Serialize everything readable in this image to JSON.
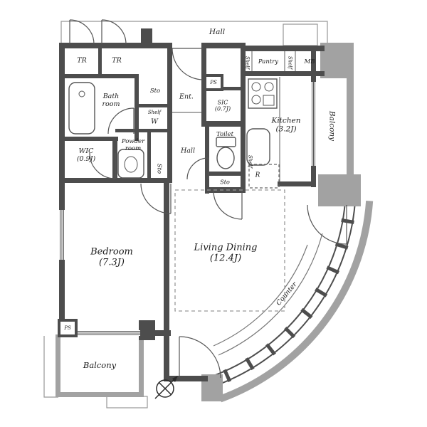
{
  "palette": {
    "wall_dark": "#4d4d4d",
    "wall_light": "#a2a2a2",
    "line": "#555555",
    "text": "#1c1c1c",
    "background": "#ffffff"
  },
  "rooms": {
    "hall_top": {
      "label": "Hall"
    },
    "tr_left": {
      "label": "TR"
    },
    "tr_right": {
      "label": "TR"
    },
    "bath": {
      "label": "Bath\nroom"
    },
    "sto_top": {
      "label": "Sto"
    },
    "shelf_laundry": {
      "label": "Shelf"
    },
    "washer": {
      "label": "W"
    },
    "entrance": {
      "label": "Ent."
    },
    "ps_top": {
      "label": "PS"
    },
    "sic": {
      "label": "SIC\n(0.7J)"
    },
    "shelf_pantry_left": {
      "label": "Shelf"
    },
    "pantry": {
      "label": "Pantry"
    },
    "shelf_pantry_right": {
      "label": "Shelf"
    },
    "mb": {
      "label": "MB"
    },
    "toilet": {
      "label": "Toilet"
    },
    "shelf_kitchen": {
      "label": "Shelf"
    },
    "kitchen": {
      "label": "Kitchen\n(3.2J)"
    },
    "fridge": {
      "label": "R"
    },
    "hall_inner": {
      "label": "Hall"
    },
    "sto_mid": {
      "label": "Sto"
    },
    "sto_bottom": {
      "label": "Sto"
    },
    "wic": {
      "label": "WIC\n(0.9J)"
    },
    "powder": {
      "label": "Powder\nroom"
    },
    "balcony_right": {
      "label": "Balcony"
    },
    "bedroom": {
      "label": "Bedroom\n(7.3J)"
    },
    "living_dining": {
      "label": "Living Dining\n(12.4J)"
    },
    "counter": {
      "label": "Counter"
    },
    "balcony_bottom": {
      "label": "Balcony"
    },
    "ps_left": {
      "label": "PS"
    }
  }
}
